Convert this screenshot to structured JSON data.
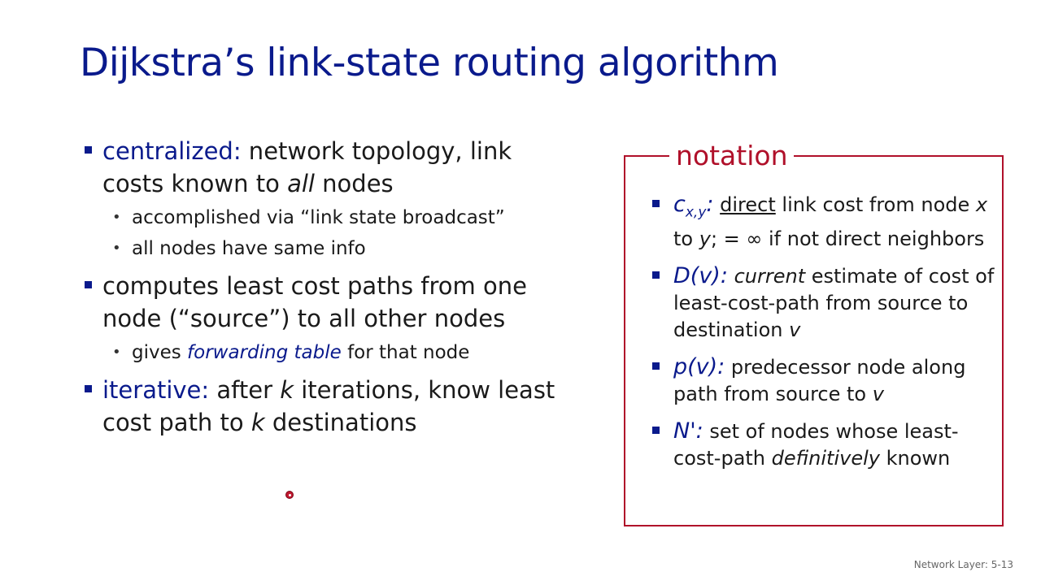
{
  "title": "Dijkstra’s link-state routing algorithm",
  "left": {
    "centralized": {
      "keyword": "centralized:",
      "text_1": " network topology, link costs known to ",
      "text_italic": "all",
      "text_2": " nodes",
      "sub": [
        "accomplished via “link state broadcast”",
        "all nodes have same info"
      ]
    },
    "computes": {
      "text": "computes least cost paths from one node (“source”) to all other nodes",
      "sub": {
        "pre": "gives ",
        "italic": "forwarding table",
        "post": " for that node"
      }
    },
    "iterative": {
      "keyword": "iterative:",
      "text_1": " after ",
      "k1": "k",
      "text_2": " iterations, know least cost path to ",
      "k2": "k",
      "text_3": " destinations"
    }
  },
  "notation": {
    "title": "notation",
    "items": {
      "cxy": {
        "term": "c",
        "term_sub": "x,y",
        "colon": ":",
        "underlined": "direct",
        "t1": " link cost from node ",
        "x": "x",
        "t2": " to ",
        "y": "y",
        "t3": ";  = ∞ if not direct neighbors"
      },
      "dv": {
        "term": "D(v):",
        "italic": "current",
        "t1": " estimate of cost of least-cost-path from source to destination ",
        "v": "v"
      },
      "pv": {
        "term": "p(v):",
        "t1": " predecessor node along path from source to ",
        "v": "v"
      },
      "nprime": {
        "term": "N':",
        "t1": " set of nodes whose least-cost-path ",
        "italic": "definitively",
        "t2": " known"
      }
    }
  },
  "footer": "Network Layer: 5-13",
  "colors": {
    "title": "#0a1a8c",
    "box": "#b0102a"
  }
}
